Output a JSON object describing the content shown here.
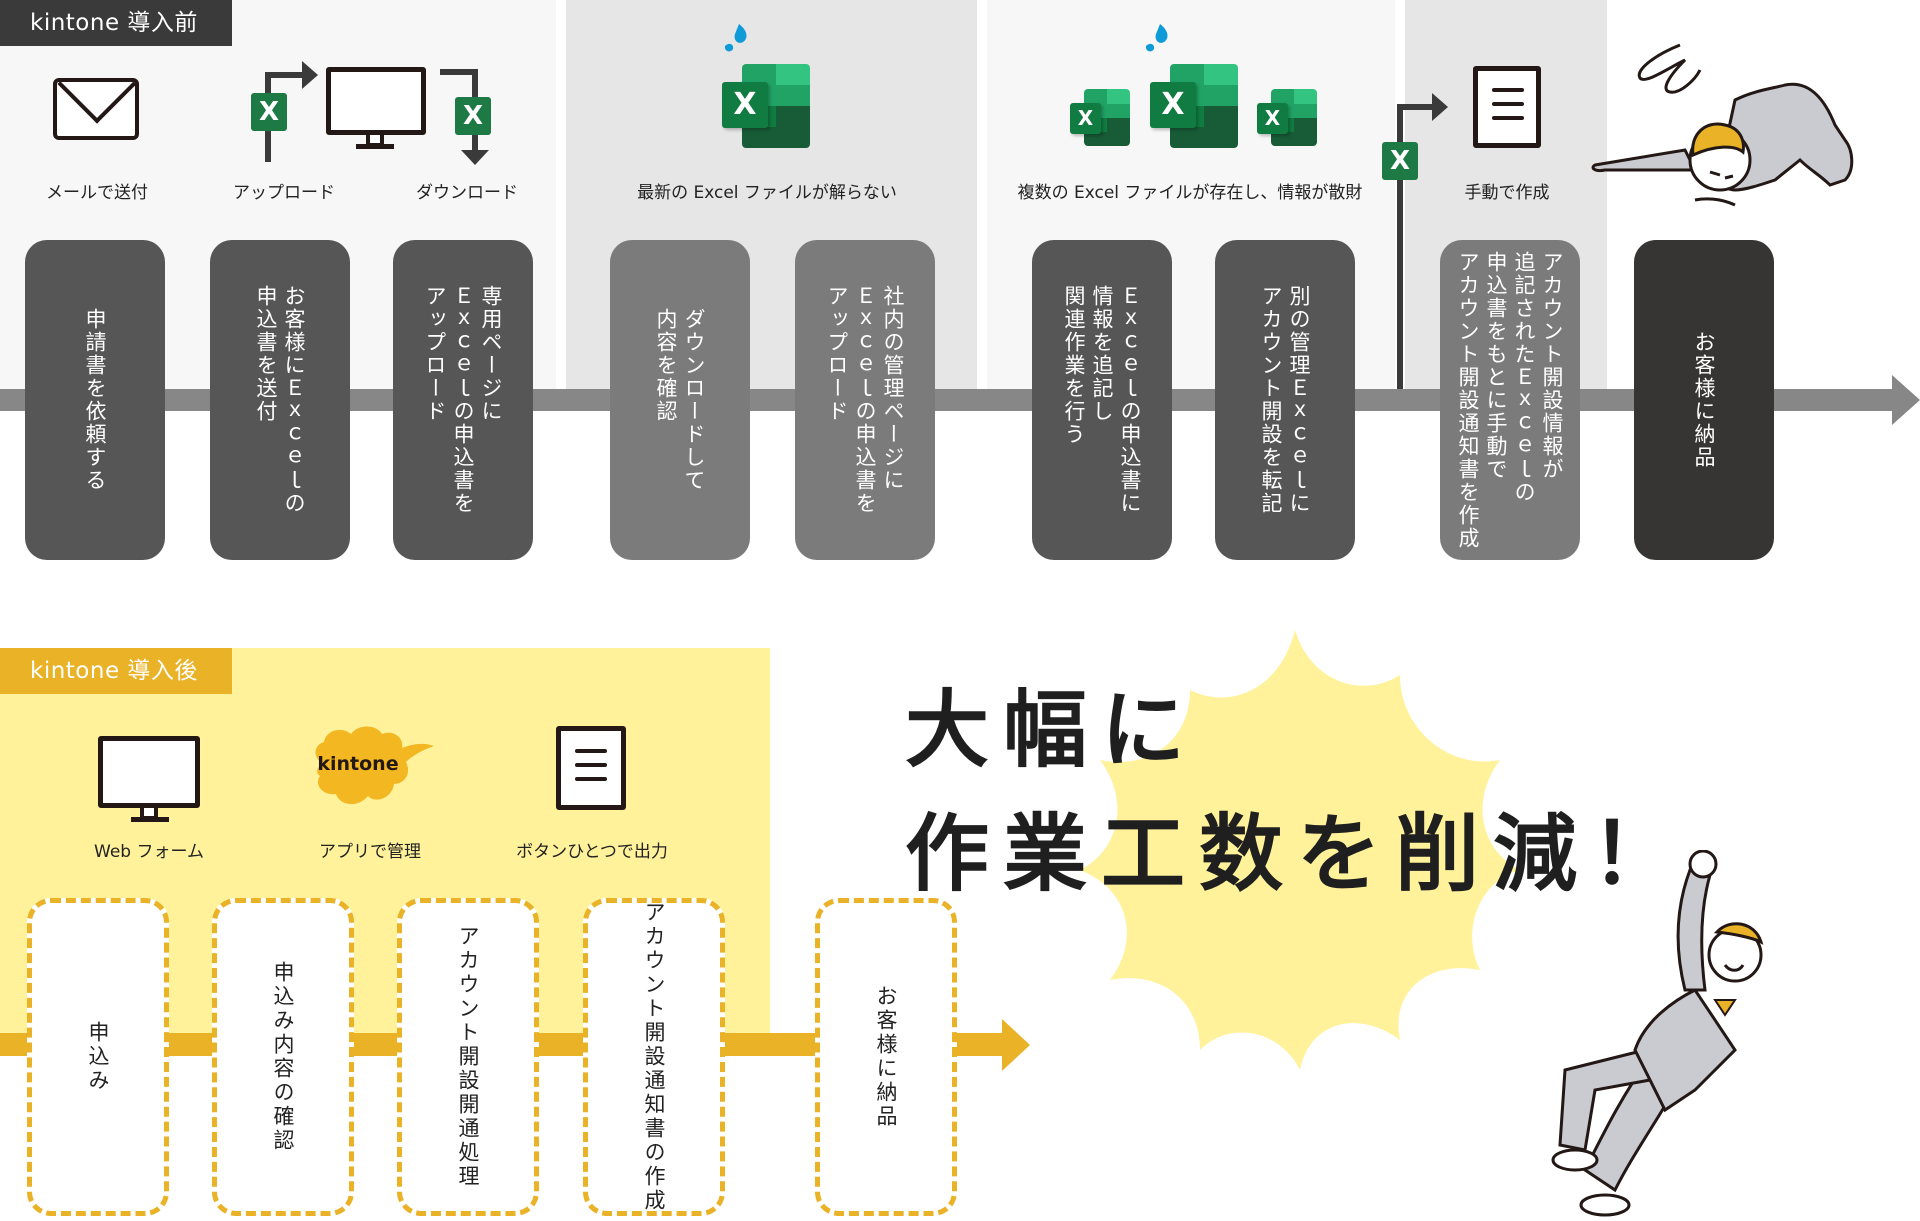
{
  "before": {
    "label": "kintone 導入前",
    "sections": [
      {
        "captions": [
          "メールで送付",
          "アップロード",
          "ダウンロード"
        ]
      },
      {
        "captions": [
          "最新の Excel ファイルが解らない"
        ]
      },
      {
        "captions": [
          "複数の Excel ファイルが存在し、情報が散財"
        ]
      },
      {
        "captions": [
          "手動で作成"
        ]
      }
    ],
    "steps": [
      "申請書を依頼する",
      "お客様にＥｘｃｅｌの\n申込書を送付",
      "専用ページに\nＥｘｃｅｌの申込書を\nアップロード",
      "ダウンロードして\n内容を確認",
      "社内の管理ページに\nＥｘｃｅｌの申込書を\nアップロード",
      "Ｅｘｃｅｌの申込書に\n情報を追記し\n関連作業を行う",
      "別の管理Ｅｘｃｅｌに\nアカウント開設を転記",
      "アカウント開設情報が\n追記されたＥｘｃｅｌの\n申込書をもとに手動で\nアカウント開設通知書を作成",
      "お客様に納品"
    ],
    "excel_badge": "X"
  },
  "after": {
    "label": "kintone 導入後",
    "captions": [
      "Web フォーム",
      "アプリで管理",
      "ボタンひとつで出力"
    ],
    "kintone_logo": "kintone",
    "steps": [
      "申込み",
      "申込み内容の確認",
      "アカウント開設開通処理",
      "アカウント開設通知書の作成",
      "お客様に納品"
    ]
  },
  "headline": {
    "line1": "大幅に",
    "line2": "作業工数を削減！"
  },
  "colors": {
    "before_dark": "#3a3a3a",
    "after_accent": "#e9b227",
    "after_panel": "#fff29b",
    "excel_green": "#107c41",
    "drop_blue": "#0f9bd7"
  }
}
